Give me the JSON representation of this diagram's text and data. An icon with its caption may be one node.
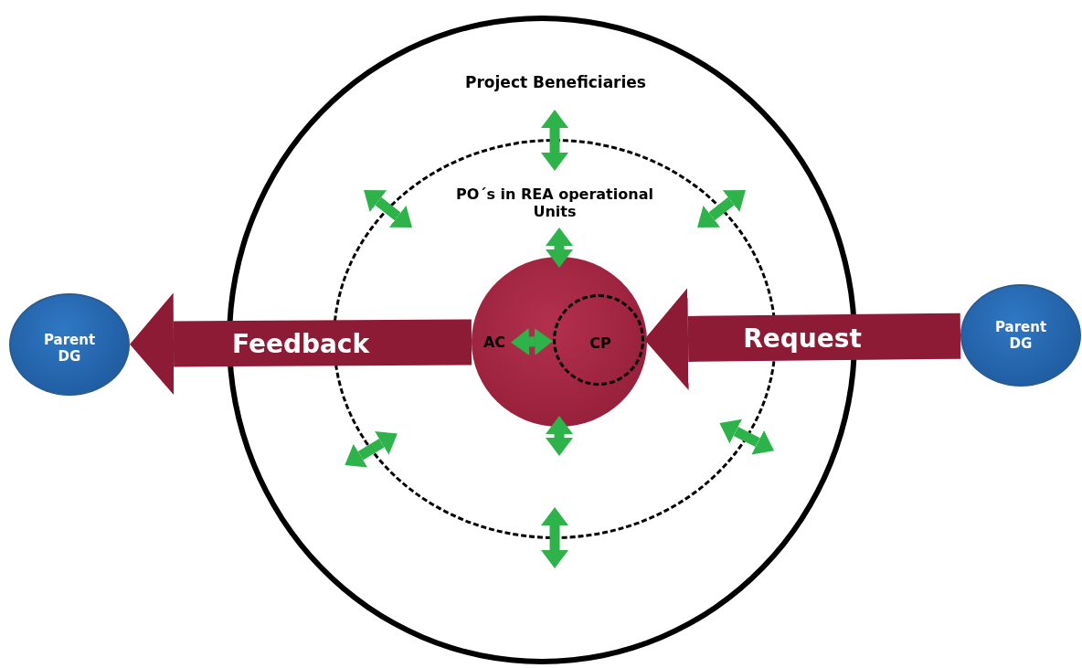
{
  "diagram": {
    "nodes": [
      {
        "text": [
          "Project Beneficiaries"
        ]
      },
      {
        "text": [
          "PO´s in REA operational Units"
        ],
        "in": 0
      },
      {
        "text": [],
        "shape": "circle",
        "in": 1
      },
      {
        "text": [
          "AC"
        ],
        "in": 2
      },
      {
        "text": [
          "CP"
        ],
        "in": 2
      },
      {
        "text": [
          "Parent DG"
        ]
      },
      {
        "text": [
          "Parent DG"
        ]
      }
    ],
    "edges": [
      {
        "from": 2,
        "to": 5,
        "arrow": "to",
        "label": "Feedback",
        "style": "thick",
        "color": "#8e1b35"
      },
      {
        "from": 6,
        "to": 4,
        "arrow": "to",
        "label": "Request",
        "style": "thick",
        "color": "#8e1b35"
      },
      {
        "from": 3,
        "to": 4,
        "arrow": "both"
      },
      {
        "from": 1,
        "to": null,
        "arrow": "both"
      },
      {
        "from": 1,
        "to": null,
        "arrow": "both"
      },
      {
        "from": 1,
        "to": null,
        "arrow": "both"
      },
      {
        "from": 2,
        "to": null,
        "arrow": "both"
      },
      {
        "from": 2,
        "to": null,
        "arrow": "both"
      },
      {
        "from": 1,
        "to": null,
        "arrow": "both"
      },
      {
        "from": 1,
        "to": null,
        "arrow": "both"
      },
      {
        "from": 1,
        "to": null,
        "arrow": "both"
      }
    ]
  }
}
